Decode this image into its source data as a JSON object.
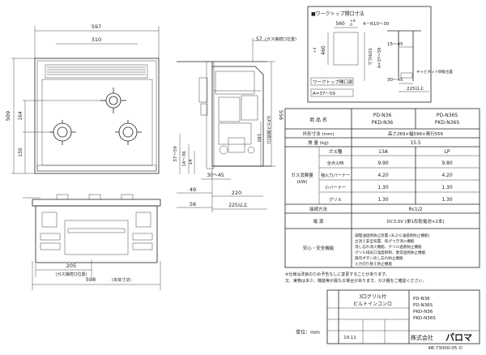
{
  "top_dims": {
    "w597": "597",
    "w310": "310",
    "d509": "509",
    "d164": "164",
    "d150": "150",
    "d37_59": "37～59"
  },
  "front_dims": {
    "w205": "205",
    "gas_note": "(ガス接続口位置)",
    "w598": "598",
    "body_note": "(本体寸法)"
  },
  "side_dims": {
    "d57": "57",
    "gas_pos": "(ガス接続口位置)",
    "h556": "556",
    "hlp": "(LPガス接続口)",
    "h180": "180",
    "d14_36": "14～36",
    "d30_45": "30～45",
    "d14": "14",
    "d49": "49",
    "d220": "220",
    "d56": "56",
    "d225": "225以上"
  },
  "cutout": {
    "title": "■ワークトップ開口寸法",
    "w560": "560",
    "tol": "+4",
    "tol0": "0",
    "r": "4－R10～30",
    "h460": "460",
    "h509": "509以上",
    "d15_45": "15～45",
    "d30_45": "30～45",
    "d225": "225以上",
    "worktop": "ワークトップ開口部",
    "a": "A=37～59",
    "cabinet": "キャビネット側板位置"
  },
  "spec": {
    "product_name_label": "商 品 名",
    "product_col1": "PD-N36\nPKD-N36",
    "product_col2": "PD-N36S\nPKD-N36S",
    "size_label": "外形寸法 (mm)",
    "size_value": "高さ269×幅598×奥行556",
    "weight_label": "質 量 (kg)",
    "weight_value": "15.5",
    "gas_kind_label": "ガス種",
    "gas_13a": "13A",
    "gas_lp": "LP",
    "consumption_label": "ガス消費量\n(kW)",
    "rows": [
      {
        "label": "全点火時",
        "v13a": "9.90",
        "vlp": "9.80"
      },
      {
        "label": "強火力バーナー",
        "v13a": "4.20",
        "vlp": "4.20"
      },
      {
        "label": "小バーナー",
        "v13a": "1.30",
        "vlp": "1.30"
      },
      {
        "label": "グリル",
        "v13a": "1.30",
        "vlp": "1.30"
      }
    ],
    "connection_label": "接続方法",
    "connection_value": "Rc1/2",
    "power_label": "電 源",
    "power_value": "DC3.0V (単1形乾電池×2本)",
    "safety_label": "安心・安全機能",
    "safety_items": [
      "調理油過熱防止装置 (天ぷら油過熱防止機能)",
      "立消え安全装置、焦げつき消火機能",
      "消し忘れ消火機能、グリル過熱防止機能",
      "グリル排気口温度抑制、異常過熱防止機能",
      "操作ボタン戻し忘れ防止機能",
      "火力切り替え防止機能"
    ]
  },
  "notes": [
    "※仕様は改良のため予告なしに変更することがあります。",
    "又、実物は多少、機能等が異なる場合があります。ガス種をご確認ください。"
  ],
  "title_block": {
    "product_type": "3口グリル付\nビルトインコンロ",
    "models": "PD-N36\nPD-N36S\nPKD-N36\nPKD-N36S",
    "scale_label": "単位：mm",
    "date": "19.11",
    "company": "株式会社",
    "logo": "パロマ",
    "drawing_no": "4B-73000-05 ©"
  }
}
